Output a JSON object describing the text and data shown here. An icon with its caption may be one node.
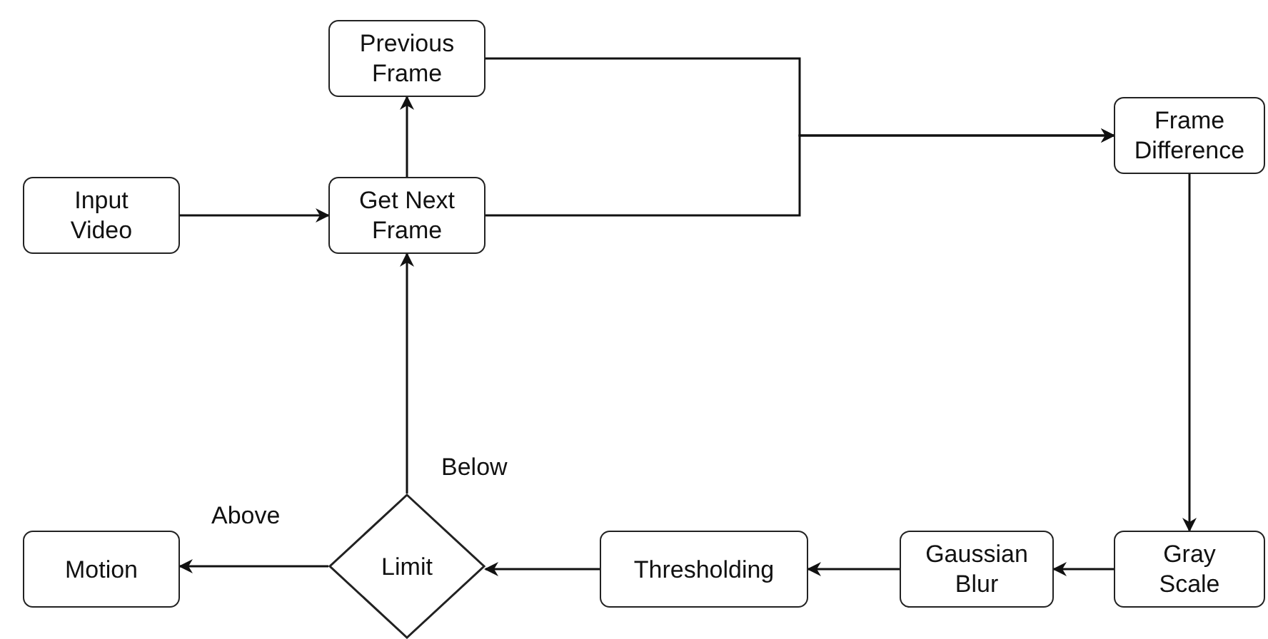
{
  "diagram": {
    "nodes": [
      {
        "text": [
          "Input Video"
        ]
      },
      {
        "text": [
          "Get Next Frame"
        ]
      },
      {
        "text": [
          "Previous Frame"
        ]
      },
      {
        "text": [
          "Frame Difference"
        ]
      },
      {
        "text": [
          "Gray Scale"
        ]
      },
      {
        "text": [
          "Gaussian Blur"
        ]
      },
      {
        "text": [
          "Thresholding"
        ]
      },
      {
        "text": [
          "Limit"
        ]
      },
      {
        "text": [
          "Motion"
        ]
      }
    ],
    "edges": [
      {
        "from": 0,
        "to": 1,
        "arrow": "to"
      },
      {
        "from": 1,
        "to": 2,
        "arrow": "to"
      },
      {
        "from": 2,
        "to": 3,
        "arrow": "to"
      },
      {
        "from": 1,
        "to": 3,
        "arrow": "to"
      },
      {
        "from": 3,
        "to": 4,
        "arrow": "to"
      },
      {
        "from": 4,
        "to": 5,
        "arrow": "to"
      },
      {
        "from": 5,
        "to": 6,
        "arrow": "to"
      },
      {
        "from": 6,
        "to": 7,
        "arrow": "to"
      },
      {
        "from": 7,
        "to": 8,
        "arrow": "to",
        "label": "Above"
      },
      {
        "from": 7,
        "to": 1,
        "arrow": "to",
        "label": "Below"
      }
    ]
  }
}
